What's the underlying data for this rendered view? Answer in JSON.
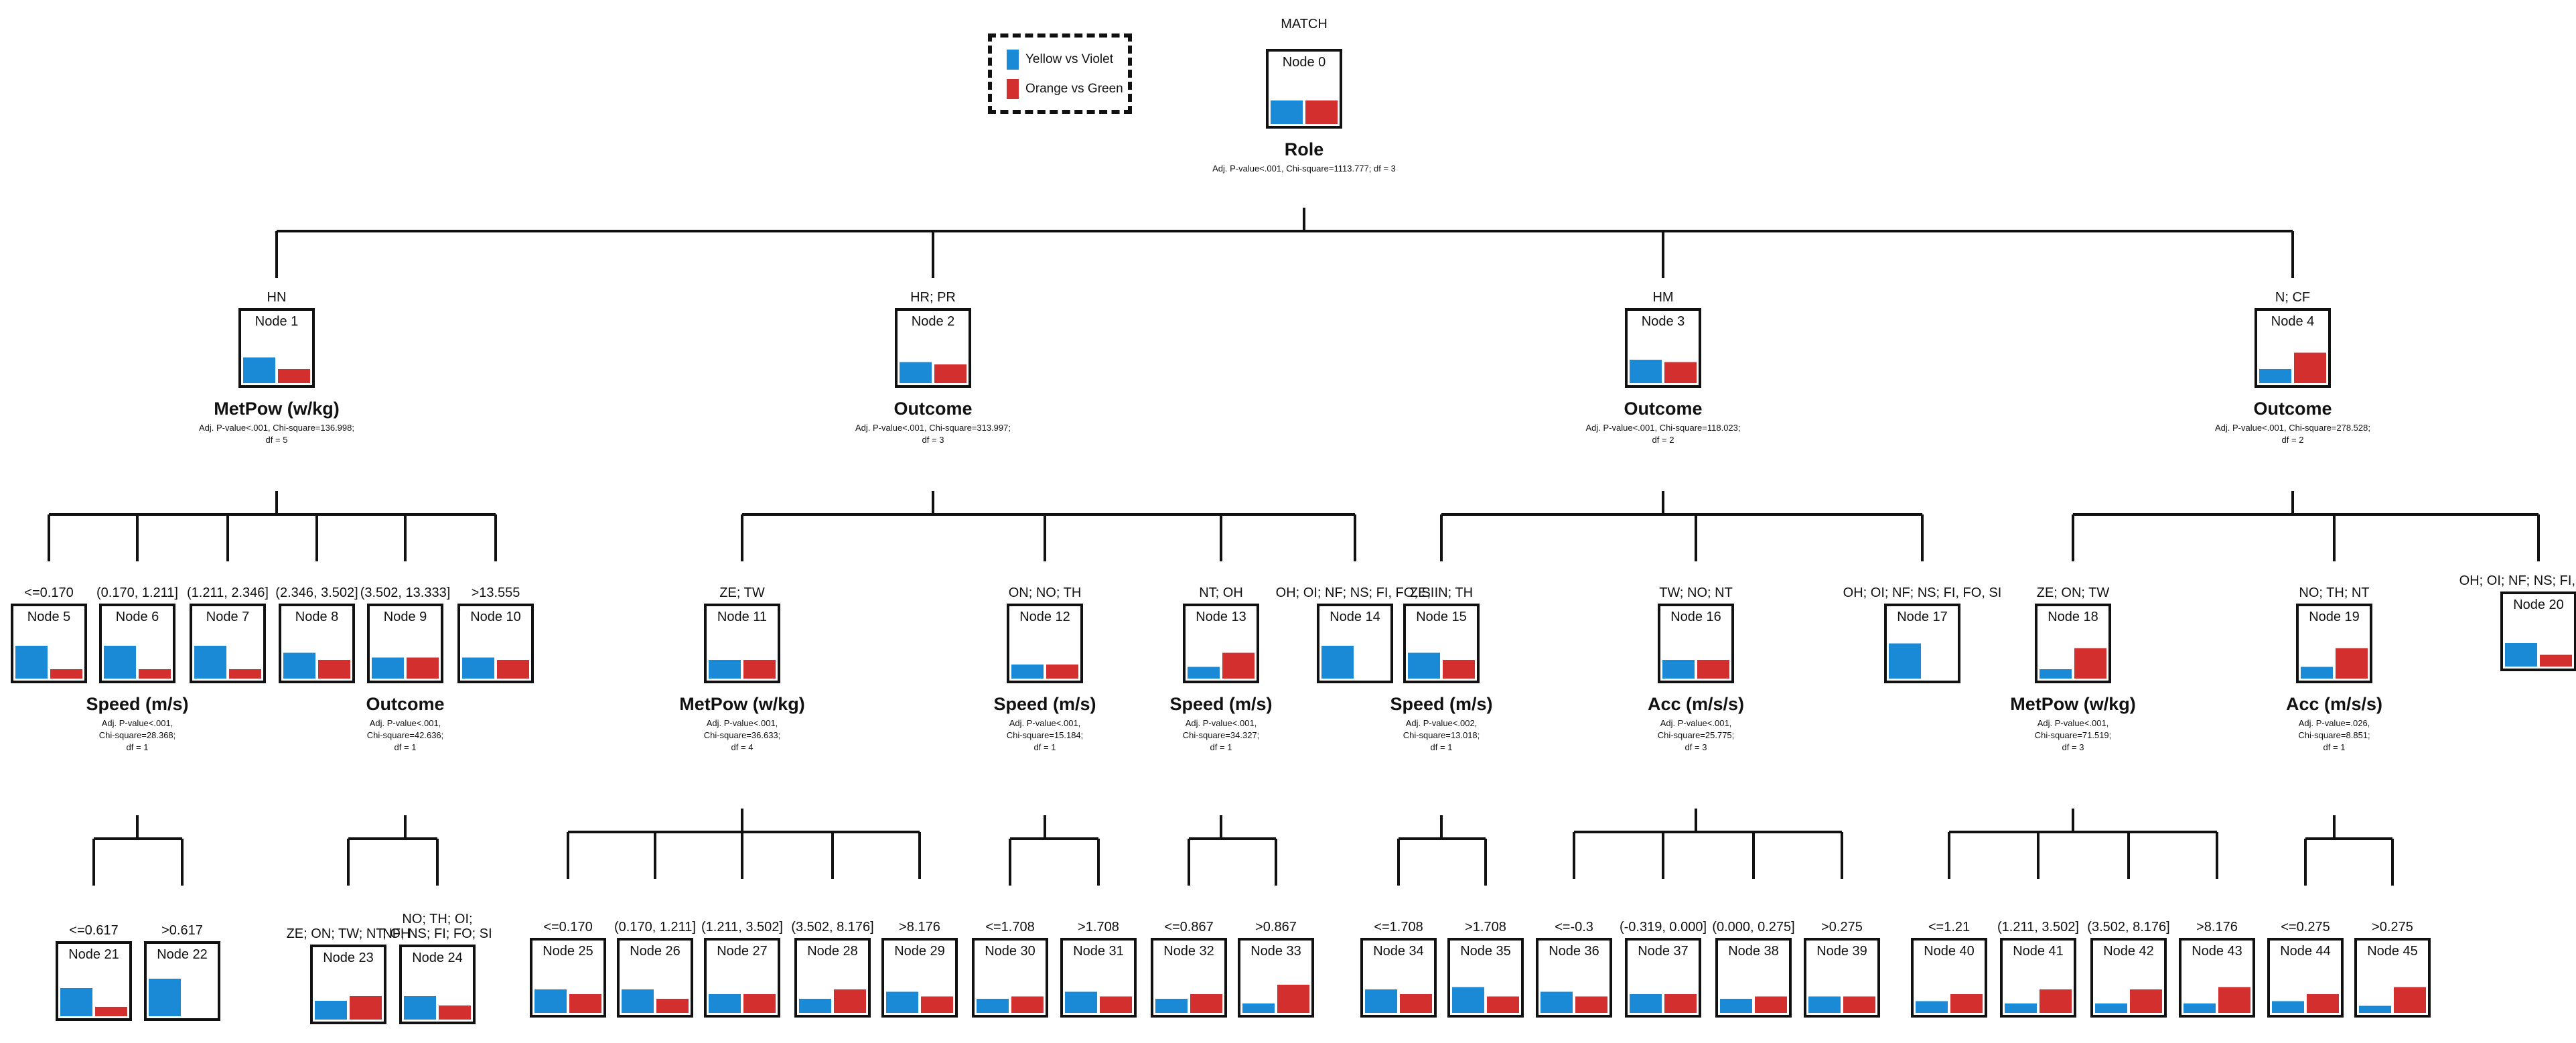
{
  "colors": {
    "series_a": "#1a8ad6",
    "series_b": "#d32f2f"
  },
  "legend": {
    "items": [
      {
        "label": "Yellow vs Violet",
        "color": "#1a8ad6"
      },
      {
        "label": "Orange vs Green",
        "color": "#d32f2f"
      }
    ]
  },
  "tree": {
    "root_label": "MATCH",
    "nodes": [
      {
        "id": 0,
        "title": "Node 0",
        "branch": "",
        "blue": 0.5,
        "red": 0.5,
        "split": "Role",
        "stat": [
          "Adj. P-value<.001, Chi-square=1113.777; df = 3"
        ]
      },
      {
        "id": 1,
        "title": "Node 1",
        "branch": "HN",
        "blue": 0.55,
        "red": 0.3,
        "split": "MetPow (w/kg)",
        "stat": [
          "Adj. P-value<.001, Chi-square=136.998;",
          "df = 5"
        ]
      },
      {
        "id": 2,
        "title": "Node 2",
        "branch": "HR; PR",
        "blue": 0.45,
        "red": 0.4,
        "split": "Outcome",
        "stat": [
          "Adj. P-value<.001, Chi-square=313.997;",
          "df = 3"
        ]
      },
      {
        "id": 3,
        "title": "Node 3",
        "branch": "HM",
        "blue": 0.5,
        "red": 0.45,
        "split": "Outcome",
        "stat": [
          "Adj. P-value<.001, Chi-square=118.023;",
          "df = 2"
        ]
      },
      {
        "id": 4,
        "title": "Node 4",
        "branch": "N; CF",
        "blue": 0.3,
        "red": 0.65,
        "split": "Outcome",
        "stat": [
          "Adj. P-value<.001, Chi-square=278.528;",
          "df = 2"
        ]
      },
      {
        "id": 5,
        "title": "Node 5",
        "branch": "<=0.170",
        "blue": 0.7,
        "red": 0.2
      },
      {
        "id": 6,
        "title": "Node 6",
        "branch": "(0.170, 1.211]",
        "blue": 0.7,
        "red": 0.2,
        "split": "Speed (m/s)",
        "stat": [
          "Adj. P-value<.001,",
          "Chi-square=28.368;",
          "df = 1"
        ]
      },
      {
        "id": 7,
        "title": "Node 7",
        "branch": "(1.211, 2.346]",
        "blue": 0.7,
        "red": 0.2
      },
      {
        "id": 8,
        "title": "Node 8",
        "branch": "(2.346, 3.502]",
        "blue": 0.55,
        "red": 0.4
      },
      {
        "id": 9,
        "title": "Node 9",
        "branch": "(3.502, 13.333]",
        "blue": 0.45,
        "red": 0.45,
        "split": "Outcome",
        "stat": [
          "Adj. P-value<.001,",
          "Chi-square=42.636;",
          "df = 1"
        ]
      },
      {
        "id": 10,
        "title": "Node 10",
        "branch": ">13.555",
        "blue": 0.45,
        "red": 0.4
      },
      {
        "id": 11,
        "title": "Node 11",
        "branch": "ZE; TW",
        "blue": 0.4,
        "red": 0.4,
        "split": "MetPow (w/kg)",
        "stat": [
          "Adj. P-value<.001,",
          "Chi-square=36.633;",
          "df = 4"
        ]
      },
      {
        "id": 12,
        "title": "Node 12",
        "branch": "ON; NO; TH",
        "blue": 0.3,
        "red": 0.3,
        "split": "Speed (m/s)",
        "stat": [
          "Adj. P-value<.001,",
          "Chi-square=15.184;",
          "df = 1"
        ]
      },
      {
        "id": 13,
        "title": "Node 13",
        "branch": "NT; OH",
        "blue": 0.25,
        "red": 0.55,
        "split": "Speed (m/s)",
        "stat": [
          "Adj. P-value<.001,",
          "Chi-square=34.327;",
          "df = 1"
        ]
      },
      {
        "id": 14,
        "title": "Node 14",
        "branch": "OH; OI; NF; NS; FI, FO, SI",
        "blue": 0.7,
        "red": 0
      },
      {
        "id": 15,
        "title": "Node 15",
        "branch": "ZE; IN; TH",
        "blue": 0.55,
        "red": 0.4,
        "split": "Speed (m/s)",
        "stat": [
          "Adj. P-value<.002,",
          "Chi-square=13.018;",
          "df = 1"
        ]
      },
      {
        "id": 16,
        "title": "Node 16",
        "branch": "TW; NO; NT",
        "blue": 0.4,
        "red": 0.4,
        "split": "Acc (m/s/s)",
        "stat": [
          "Adj. P-value<.001,",
          "Chi-square=25.775;",
          "df = 3"
        ]
      },
      {
        "id": 17,
        "title": "Node 17",
        "branch": "OH; OI; NF; NS; FI, FO, SI",
        "blue": 0.75,
        "red": 0
      },
      {
        "id": 18,
        "title": "Node 18",
        "branch": "ZE; ON; TW",
        "blue": 0.2,
        "red": 0.65,
        "split": "MetPow (w/kg)",
        "stat": [
          "Adj. P-value<.001,",
          "Chi-square=71.519;",
          "df = 3"
        ]
      },
      {
        "id": 19,
        "title": "Node 19",
        "branch": "NO; TH; NT",
        "blue": 0.25,
        "red": 0.65,
        "split": "Acc (m/s/s)",
        "stat": [
          "Adj. P-value=.026,",
          "Chi-square=8.851;",
          "df = 1"
        ]
      },
      {
        "id": 20,
        "title": "Node 20",
        "branch": "OH; OI; NF; NS; FI, FO, SI",
        "blue": 0.5,
        "red": 0.25
      },
      {
        "id": 21,
        "title": "Node 21",
        "branch": "<=0.617",
        "blue": 0.6,
        "red": 0.2
      },
      {
        "id": 22,
        "title": "Node 22",
        "branch": ">0.617",
        "blue": 0.8,
        "red": 0
      },
      {
        "id": 23,
        "title": "Node 23",
        "branch": "ZE; ON; TW; NT; OH",
        "blue": 0.4,
        "red": 0.5
      },
      {
        "id": 24,
        "title": "Node 24",
        "branch": "NO; TH; OI; NF; NS; FI; FO; SI",
        "blue": 0.5,
        "red": 0.3
      },
      {
        "id": 25,
        "title": "Node 25",
        "branch": "<=0.170",
        "blue": 0.5,
        "red": 0.4
      },
      {
        "id": 26,
        "title": "Node 26",
        "branch": "(0.170, 1.211]",
        "blue": 0.5,
        "red": 0.3
      },
      {
        "id": 27,
        "title": "Node 27",
        "branch": "(1.211, 3.502]",
        "blue": 0.4,
        "red": 0.4
      },
      {
        "id": 28,
        "title": "Node 28",
        "branch": "(3.502, 8.176]",
        "blue": 0.3,
        "red": 0.5
      },
      {
        "id": 29,
        "title": "Node 29",
        "branch": ">8.176",
        "blue": 0.45,
        "red": 0.35
      },
      {
        "id": 30,
        "title": "Node 30",
        "branch": "<=1.708",
        "blue": 0.3,
        "red": 0.35
      },
      {
        "id": 31,
        "title": "Node 31",
        "branch": ">1.708",
        "blue": 0.45,
        "red": 0.35
      },
      {
        "id": 32,
        "title": "Node 32",
        "branch": "<=0.867",
        "blue": 0.3,
        "red": 0.4
      },
      {
        "id": 33,
        "title": "Node 33",
        "branch": ">0.867",
        "blue": 0.2,
        "red": 0.6
      },
      {
        "id": 34,
        "title": "Node 34",
        "branch": "<=1.708",
        "blue": 0.5,
        "red": 0.4
      },
      {
        "id": 35,
        "title": "Node 35",
        "branch": ">1.708",
        "blue": 0.55,
        "red": 0.35
      },
      {
        "id": 36,
        "title": "Node 36",
        "branch": "<=-0.3",
        "blue": 0.45,
        "red": 0.35
      },
      {
        "id": 37,
        "title": "Node 37",
        "branch": "(-0.319, 0.000]",
        "blue": 0.4,
        "red": 0.4
      },
      {
        "id": 38,
        "title": "Node 38",
        "branch": "(0.000, 0.275]",
        "blue": 0.3,
        "red": 0.35
      },
      {
        "id": 39,
        "title": "Node 39",
        "branch": ">0.275",
        "blue": 0.35,
        "red": 0.35
      },
      {
        "id": 40,
        "title": "Node 40",
        "branch": "<=1.21",
        "blue": 0.25,
        "red": 0.4
      },
      {
        "id": 41,
        "title": "Node 41",
        "branch": "(1.211, 3.502]",
        "blue": 0.2,
        "red": 0.5
      },
      {
        "id": 42,
        "title": "Node 42",
        "branch": "(3.502, 8.176]",
        "blue": 0.2,
        "red": 0.5
      },
      {
        "id": 43,
        "title": "Node 43",
        "branch": ">8.176",
        "blue": 0.2,
        "red": 0.55
      },
      {
        "id": 44,
        "title": "Node 44",
        "branch": "<=0.275",
        "blue": 0.25,
        "red": 0.4
      },
      {
        "id": 45,
        "title": "Node 45",
        "branch": ">0.275",
        "blue": 0.15,
        "red": 0.55
      }
    ],
    "edges": [
      [
        0,
        1
      ],
      [
        0,
        2
      ],
      [
        0,
        3
      ],
      [
        0,
        4
      ],
      [
        1,
        5
      ],
      [
        1,
        6
      ],
      [
        1,
        7
      ],
      [
        1,
        8
      ],
      [
        1,
        9
      ],
      [
        1,
        10
      ],
      [
        2,
        11
      ],
      [
        2,
        12
      ],
      [
        2,
        13
      ],
      [
        2,
        14
      ],
      [
        3,
        15
      ],
      [
        3,
        16
      ],
      [
        3,
        17
      ],
      [
        4,
        18
      ],
      [
        4,
        19
      ],
      [
        4,
        20
      ],
      [
        6,
        21
      ],
      [
        6,
        22
      ],
      [
        9,
        23
      ],
      [
        9,
        24
      ],
      [
        11,
        25
      ],
      [
        11,
        26
      ],
      [
        11,
        27
      ],
      [
        11,
        28
      ],
      [
        11,
        29
      ],
      [
        12,
        30
      ],
      [
        12,
        31
      ],
      [
        13,
        32
      ],
      [
        13,
        33
      ],
      [
        15,
        34
      ],
      [
        15,
        35
      ],
      [
        16,
        36
      ],
      [
        16,
        37
      ],
      [
        16,
        38
      ],
      [
        16,
        39
      ],
      [
        18,
        40
      ],
      [
        18,
        41
      ],
      [
        18,
        42
      ],
      [
        18,
        43
      ],
      [
        19,
        44
      ],
      [
        19,
        45
      ]
    ]
  }
}
